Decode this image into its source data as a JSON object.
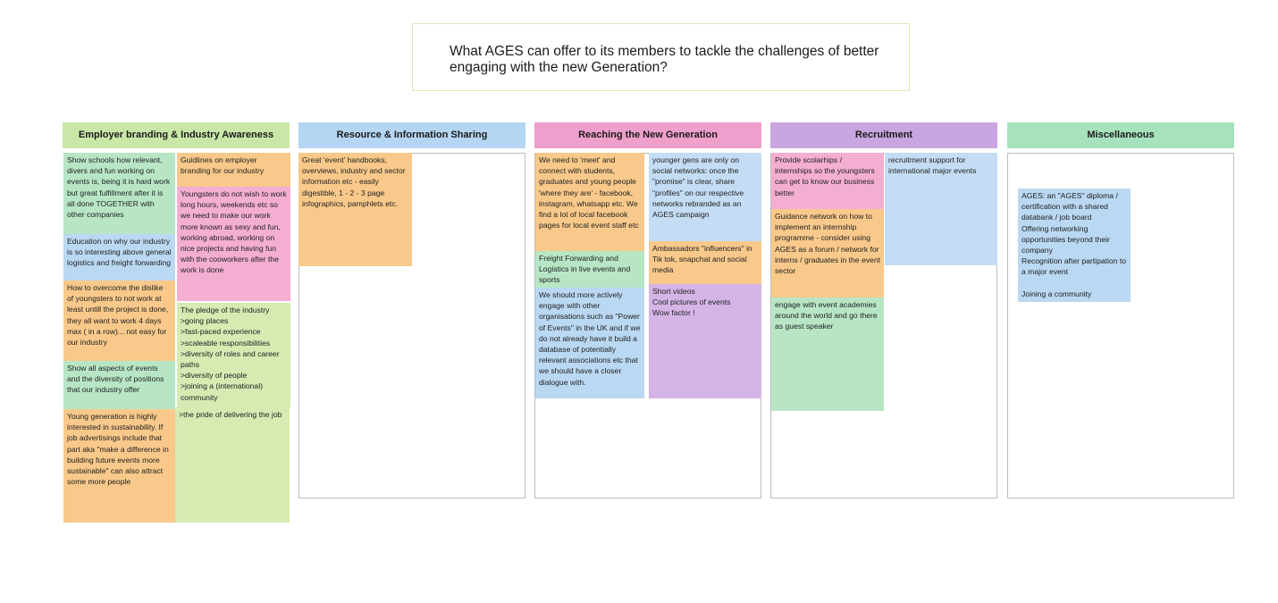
{
  "board": {
    "title": "What AGES can offer to its members to tackle the challenges of better\nengaging with the new Generation?"
  },
  "columns": {
    "employer": {
      "header": "Employer branding & Industry Awareness",
      "color": "#c9e8a8"
    },
    "resource": {
      "header": "Resource & Information Sharing",
      "color": "#b4d6f2"
    },
    "reaching": {
      "header": "Reaching the New Generation",
      "color": "#ef9fcb"
    },
    "recruitment": {
      "header": "Recruitment",
      "color": "#c9a6e0"
    },
    "misc": {
      "header": "Miscellaneous",
      "color": "#a6e3bd"
    }
  },
  "notes": {
    "e1": "Show schools how relevant, divers and fun working on events is, being it is hard work but great fulfillment after it is all done TOGETHER with other companies",
    "e2": "Education on why our industry is so interesting above general logistics and freight forwarding",
    "e3": "How to overcome the dislike of youngsters to not work at least untill the project is done, they all want to work 4 days max ( in a row)... not easy for our industry",
    "e4": "Show all aspects of events and the diversity of positions that our industry offer",
    "e5": "Young generation is highly interested in sustainability. If job advertisings include that part aka \"make a difference in building future events more sustainable\" can also attract some more people",
    "e6": "Guidlines on employer branding for our industry",
    "e7": "Youngsters do not wish to work long hours, weekends etc so we need to make our work more known as sexy and fun, working abroad, working on nice projects and having fun with the cooworkers after the work is done",
    "e8": "The pledge of the industry\n>going places\n>fast-paced experience\n>scaleable responsibilities\n>diversity of roles and career paths\n>diversity of people\n >joining a (international) community",
    "e9": ">the pride of delivering the job",
    "r1": "Great 'event' handbooks, overviews, industry and sector information etc - easily digestible, 1 - 2 - 3 page infographics, pamphlets etc.",
    "n1": "We need to 'meet' and connect with students, graduates and young people 'where they are' - facebook, instagram, whatsapp etc. We find a lot of local facebook pages for local event staff etc",
    "n2": "Freight Forwarding and Logistics in live events and sports",
    "n3": "We should more actively engage with other organisations such as \"Power of Events\" in the UK and if we do not already have it build a database of potentially relevant associations etc that we should have a closer dialogue with.",
    "n4": "younger gens are only on social networks: once the \"promise\" is clear, share \"profiles\" on our respective networks rebranded as an AGES campaign",
    "n5": "Ambassadors \"influencers\" in Tik tok, snapchat and social media",
    "n6": "Short videos\nCool pictures of events\nWow factor !",
    "c1": "Provide scolarhips / internships so the youngsters can get to know our business better",
    "c2": "Guidance network on how to implement an internship programme - consider using AGES as a forum / network for interns / graduates in the event sector",
    "c3": "engage with event academies around the world and go there as guest speaker",
    "c4": "recruitment support for international major events",
    "m1": "AGES: an \"AGES\" diploma / certification with a shared databank / job board\nOffering networking opportunities beyond their company\nRecognition after partipation to a major event\n\nJoining a community"
  }
}
